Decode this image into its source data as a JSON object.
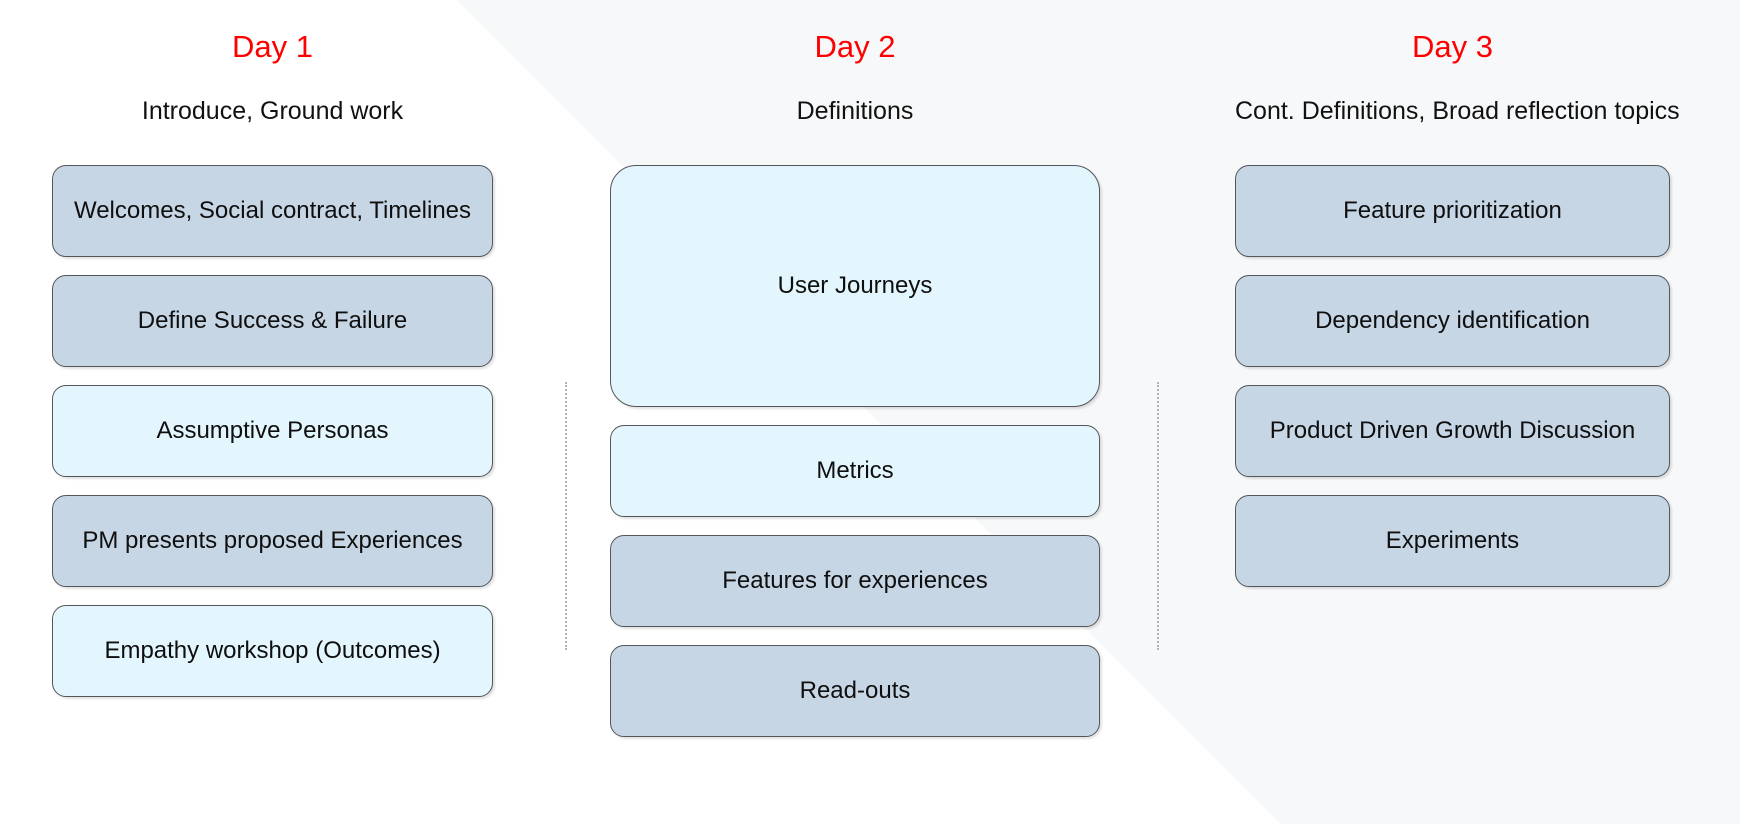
{
  "slide": {
    "accent_color": "#ff0000",
    "box_fill_steel": "#c7d6e5",
    "box_fill_frost": "#e3f6fd",
    "box_border": "#53565a",
    "background": "#ffffff"
  },
  "columns": [
    {
      "day_title": "Day 1",
      "subtitle": "Introduce, Ground work",
      "boxes": [
        {
          "label": "Welcomes, Social contract, Timelines",
          "style": "steel"
        },
        {
          "label": "Define Success & Failure",
          "style": "steel"
        },
        {
          "label": "Assumptive Personas",
          "style": "frost"
        },
        {
          "label": "PM presents proposed Experiences",
          "style": "steel"
        },
        {
          "label": "Empathy workshop (Outcomes)",
          "style": "frost"
        }
      ]
    },
    {
      "day_title": "Day 2",
      "subtitle": "Definitions",
      "boxes": [
        {
          "label": "User Journeys",
          "style": "frost tall"
        },
        {
          "label": "Metrics",
          "style": "frost"
        },
        {
          "label": "Features for experiences",
          "style": "steel"
        },
        {
          "label": "Read-outs",
          "style": "steel"
        }
      ]
    },
    {
      "day_title": "Day 3",
      "subtitle": "Cont. Definitions, Broad reflection topics",
      "boxes": [
        {
          "label": "Feature prioritization",
          "style": "steel"
        },
        {
          "label": "Dependency identification",
          "style": "steel"
        },
        {
          "label": "Product Driven Growth Discussion",
          "style": "steel"
        },
        {
          "label": "Experiments",
          "style": "steel"
        }
      ]
    }
  ]
}
